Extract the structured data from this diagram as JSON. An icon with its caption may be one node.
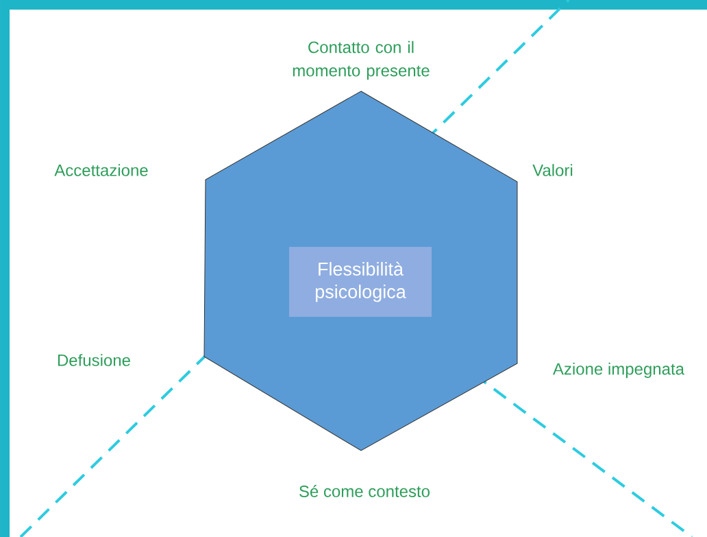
{
  "diagram": {
    "nodes": [
      {
        "text": [],
        "shape": "hexagon"
      },
      {
        "text": [
          "Flessibilità psicologica"
        ],
        "in": 0
      }
    ],
    "edges": [],
    "labels": [
      "Contatto con il momento presente",
      "Accettazione",
      "Valori",
      "Defusione",
      "Azione impegnata",
      "Sé come contesto"
    ]
  }
}
